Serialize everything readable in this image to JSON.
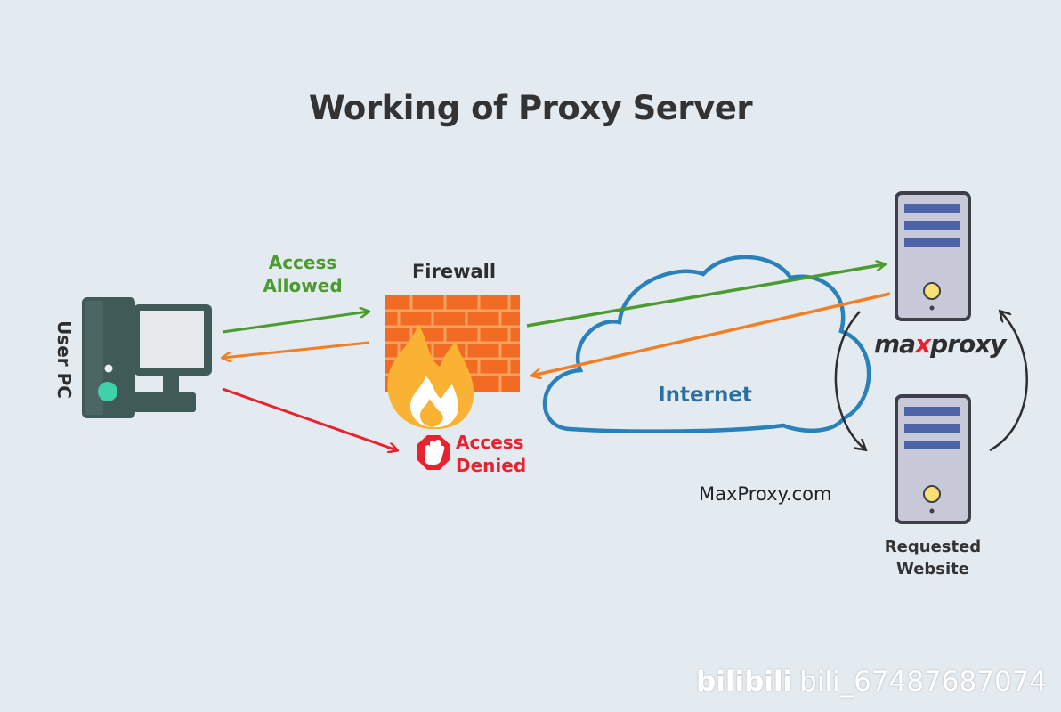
{
  "title": "Working of Proxy Server",
  "labels": {
    "user_pc": "User PC",
    "access_allowed_line1": "Access",
    "access_allowed_line2": "Allowed",
    "firewall": "Firewall",
    "access_denied_line1": "Access",
    "access_denied_line2": "Denied",
    "internet": "Internet",
    "brand_prefix": "ma",
    "brand_x": "x",
    "brand_suffix": "proxy",
    "proxy_domain": "MaxProxy.com",
    "requested_line1": "Requested",
    "requested_line2": "Website"
  },
  "watermark": {
    "logo": "bilibili",
    "user": "bili_67487687074"
  },
  "colors": {
    "background": "#e3eaf0",
    "allowed": "#4b9b2e",
    "response": "#f07f25",
    "denied": "#e8222e",
    "internet": "#2a6f9f",
    "firewall_brick": "#f26b22",
    "flame": "#f9b233",
    "server_body": "#c7c9d8",
    "computer_body": "#3f5a57",
    "stop_sign": "#e8222e"
  },
  "icons": [
    "computer-icon",
    "firewall-icon",
    "flame-icon",
    "stop-hand-icon",
    "cloud-icon",
    "proxy-server-icon",
    "web-server-icon"
  ]
}
